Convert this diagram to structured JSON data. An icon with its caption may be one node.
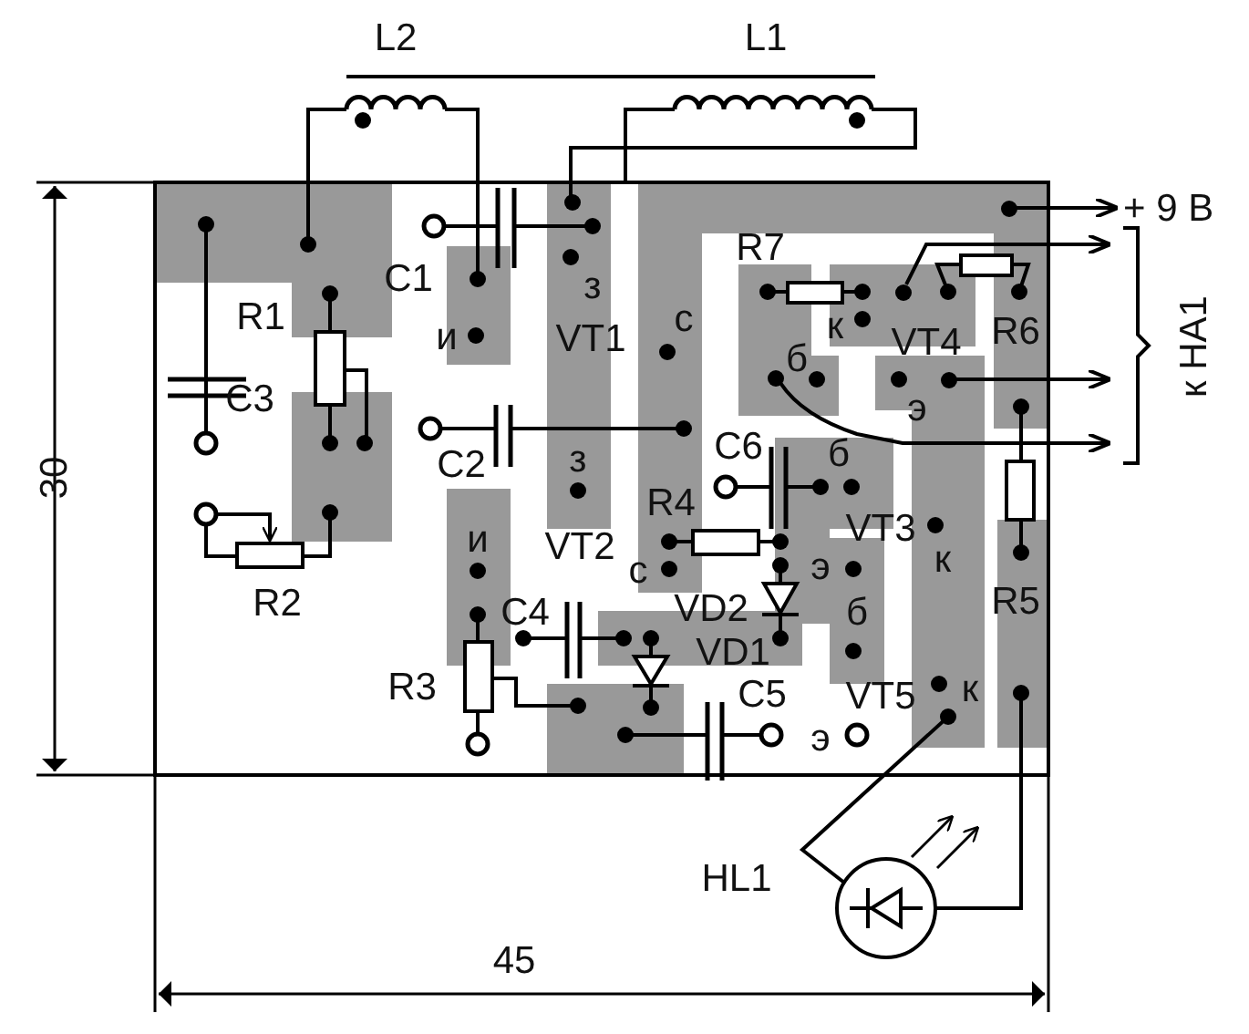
{
  "diagram": {
    "nodes": [
      {
        "text": [
          "+ 9 В"
        ]
      },
      {
        "text": [
          "к НА1"
        ]
      },
      {
        "text": [],
        "shape": "circle"
      },
      {
        "text": [],
        "shape": "circle"
      },
      {
        "text": [],
        "shape": "circle"
      },
      {
        "text": [],
        "shape": "circle"
      }
    ],
    "edges": [
      {
        "from": 2,
        "to": 0,
        "arrow": "to"
      },
      {
        "from": 3,
        "to": 1,
        "arrow": "to"
      },
      {
        "from": 4,
        "to": 1,
        "arrow": "to"
      },
      {
        "from": 5,
        "to": 1,
        "arrow": "to"
      }
    ],
    "labels": [
      "L2",
      "L1",
      "R7",
      "C1",
      "з",
      "и",
      "VT1",
      "с",
      "к",
      "VT4",
      "R6",
      "R1",
      "C3",
      "б",
      "э",
      "C2",
      "з",
      "C6",
      "б",
      "R4",
      "VT2",
      "с",
      "VT3",
      "к",
      "R2",
      "и",
      "C4",
      "VD2",
      "э",
      "R5",
      "VD1",
      "б",
      "R3",
      "C5",
      "VT5",
      "к",
      "э",
      "HL1",
      "30",
      "45"
    ]
  }
}
